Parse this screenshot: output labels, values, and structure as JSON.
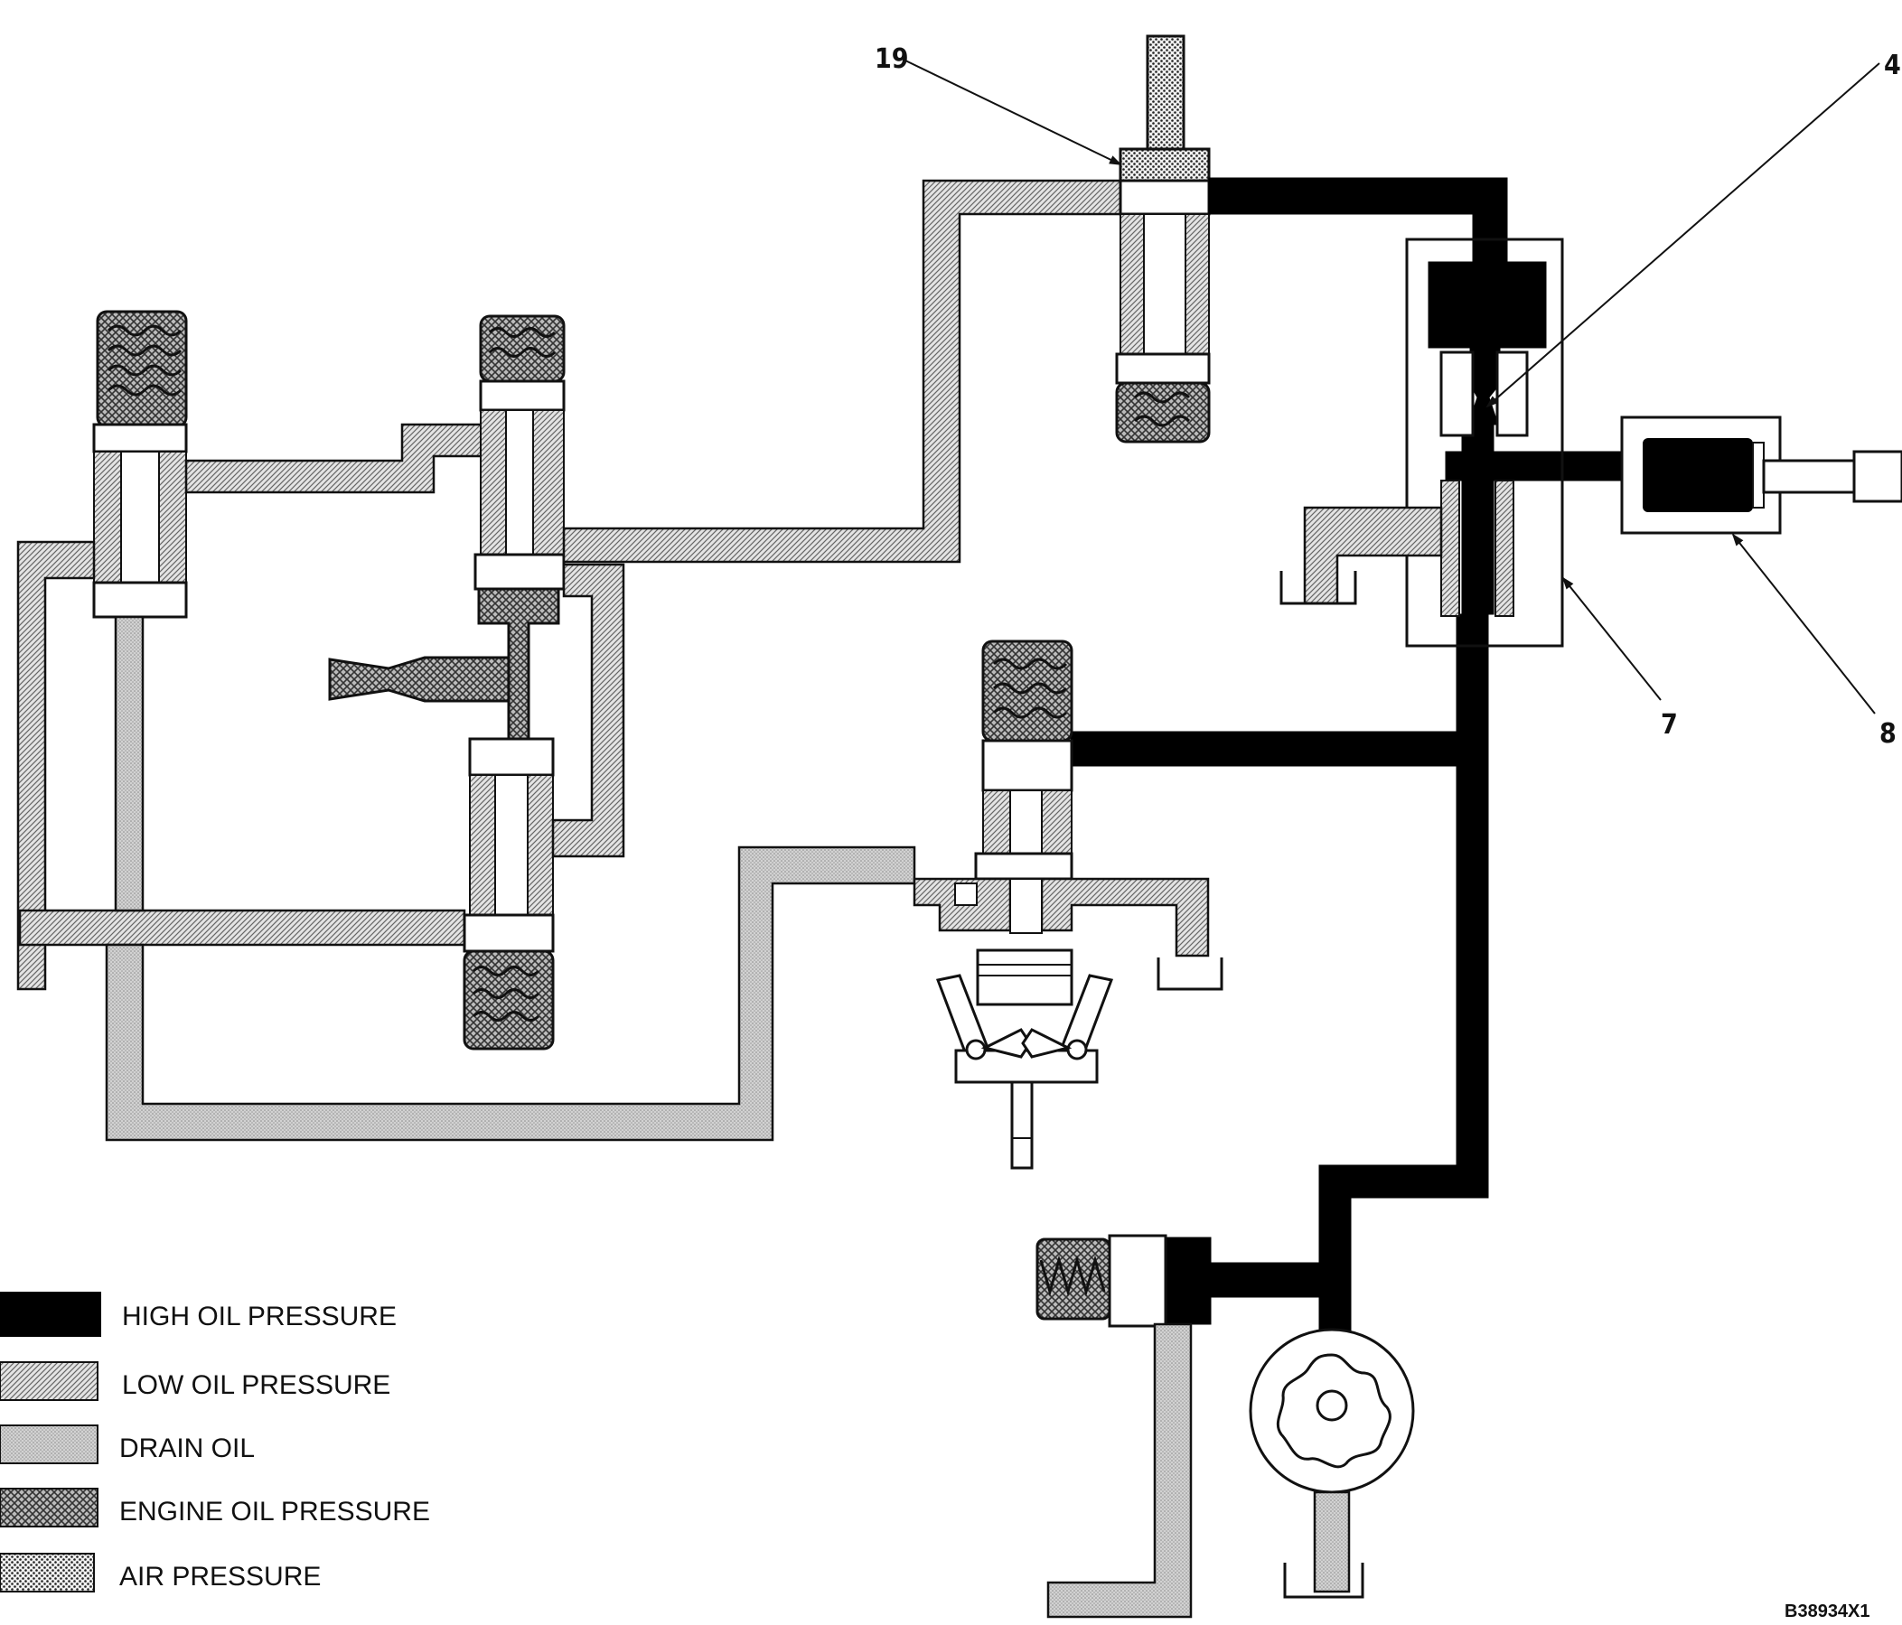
{
  "callouts": {
    "c19": "19",
    "c4": "4",
    "c7": "7",
    "c8": "8"
  },
  "legend": [
    {
      "id": "high",
      "label": "HIGH OIL PRESSURE"
    },
    {
      "id": "low",
      "label": "LOW OIL PRESSURE"
    },
    {
      "id": "drain",
      "label": "DRAIN OIL"
    },
    {
      "id": "engine",
      "label": "ENGINE OIL PRESSURE"
    },
    {
      "id": "air",
      "label": "AIR PRESSURE"
    }
  ],
  "figure_id": "B38934X1"
}
